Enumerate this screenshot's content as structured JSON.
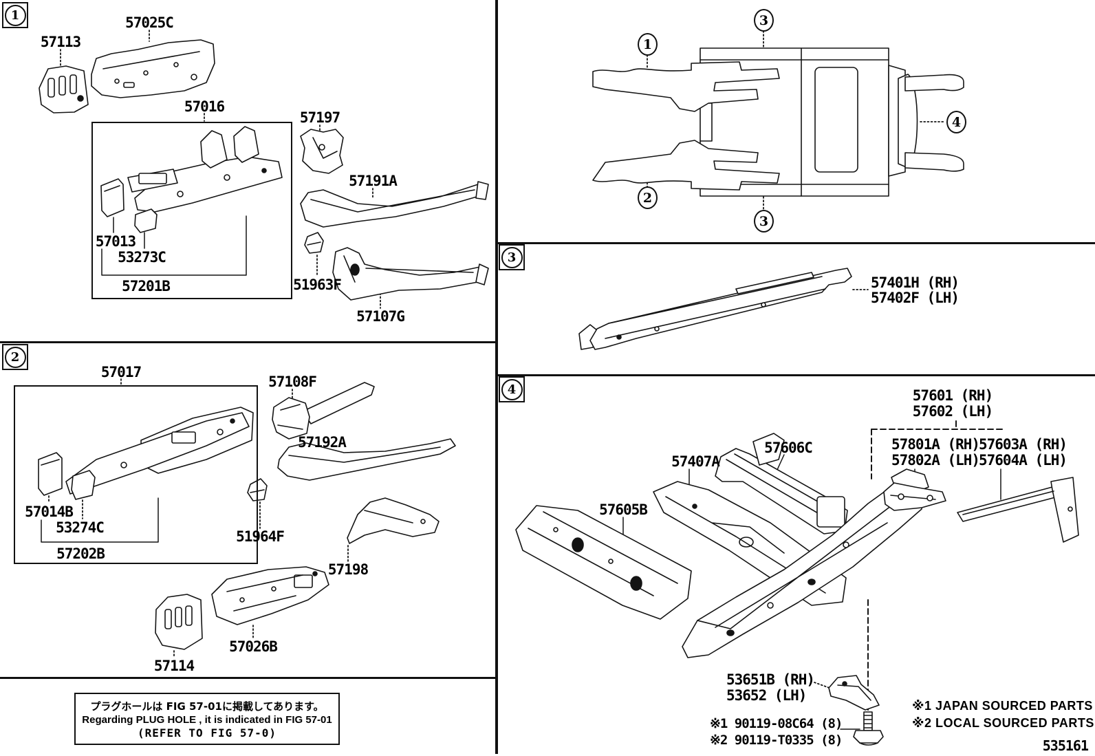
{
  "figure_number": "535161",
  "sections": {
    "s1_badge": "1",
    "s2_badge": "2",
    "s3_badge": "3",
    "s4_badge": "4"
  },
  "callouts": {
    "front_left_upper": "1",
    "front_left_lower": "2",
    "rocker_top": "3",
    "rocker_bottom": "3",
    "rear_floor": "4"
  },
  "labels": {
    "p57113": "57113",
    "p57025c": "57025C",
    "p57016": "57016",
    "p57197": "57197",
    "p57191a": "57191A",
    "p57013": "57013",
    "p53273c": "53273C",
    "p57201b": "57201B",
    "p51963f": "51963F",
    "p57107g": "57107G",
    "p57017": "57017",
    "p57108f": "57108F",
    "p57192a": "57192A",
    "p57014b": "57014B",
    "p53274c": "53274C",
    "p57202b": "57202B",
    "p51964f": "51964F",
    "p57198": "57198",
    "p57026b": "57026B",
    "p57114": "57114",
    "p57401h": "57401H (RH)",
    "p57402f": "57402F (LH)",
    "p57601": "57601 (RH)",
    "p57602": "57602 (LH)",
    "p57801a": "57801A (RH)",
    "p57802a": "57802A (LH)",
    "p57603a": "57603A (RH)",
    "p57604a": "57604A (LH)",
    "p57605b": "57605B",
    "p57407a": "57407A",
    "p57606c": "57606C",
    "p53651b": "53651B (RH)",
    "p53652": "53652 (LH)"
  },
  "fasteners": {
    "bolt_japan": "※1 90119-08C64 (8)",
    "bolt_local": "※2 90119-T0335 (8)"
  },
  "legend": {
    "japan": "※1 JAPAN SOURCED PARTS",
    "local": "※2 LOCAL SOURCED PARTS"
  },
  "note": {
    "jp": "プラグホールは FIG 57-01に掲載してあります。",
    "en": "Regarding PLUG HOLE , it is indicated in FIG 57-01",
    "ref": "(REFER TO FIG 57-0)"
  }
}
